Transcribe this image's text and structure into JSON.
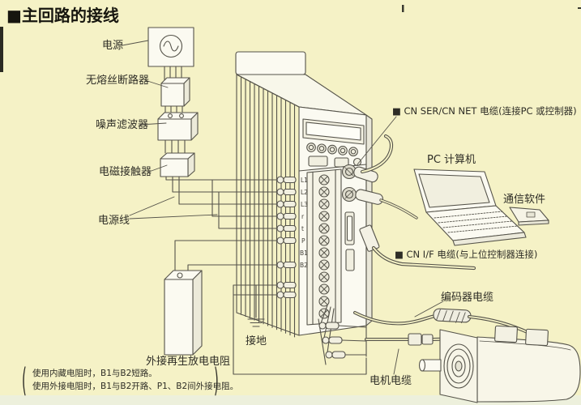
{
  "page": {
    "title": "■主回路的接线",
    "background": "#f5f2c6",
    "line_color": "#55534a"
  },
  "components": {
    "power_supply": "电源",
    "breaker": "无熔丝断路器",
    "noise_filter": "噪声滤波器",
    "contactor": "电磁接触器",
    "power_lines": "电源线",
    "external_resistor": "外接再生放电电阻",
    "ground": "接地",
    "pc": "PC 计算机",
    "comm_software": "通信软件",
    "encoder_cable": "编码器电缆",
    "motor_cable": "电机电缆"
  },
  "cables": {
    "cn_ser": "■ CN SER/CN NET 电缆(连接PC 或控制器)",
    "cn_if": "■ CN I/F 电缆(与上位控制器连接)"
  },
  "drive": {
    "terminals": [
      "L1",
      "L2",
      "L3",
      "r",
      "t",
      "P",
      "B1",
      "B2"
    ]
  },
  "note": {
    "paren_open": "(",
    "paren_close": ")",
    "line1": "使用内藏电阻时，B1与B2短路。",
    "line2": "使用外接电阻时，B1与B2开路、P1、B2间外接电阻。"
  }
}
